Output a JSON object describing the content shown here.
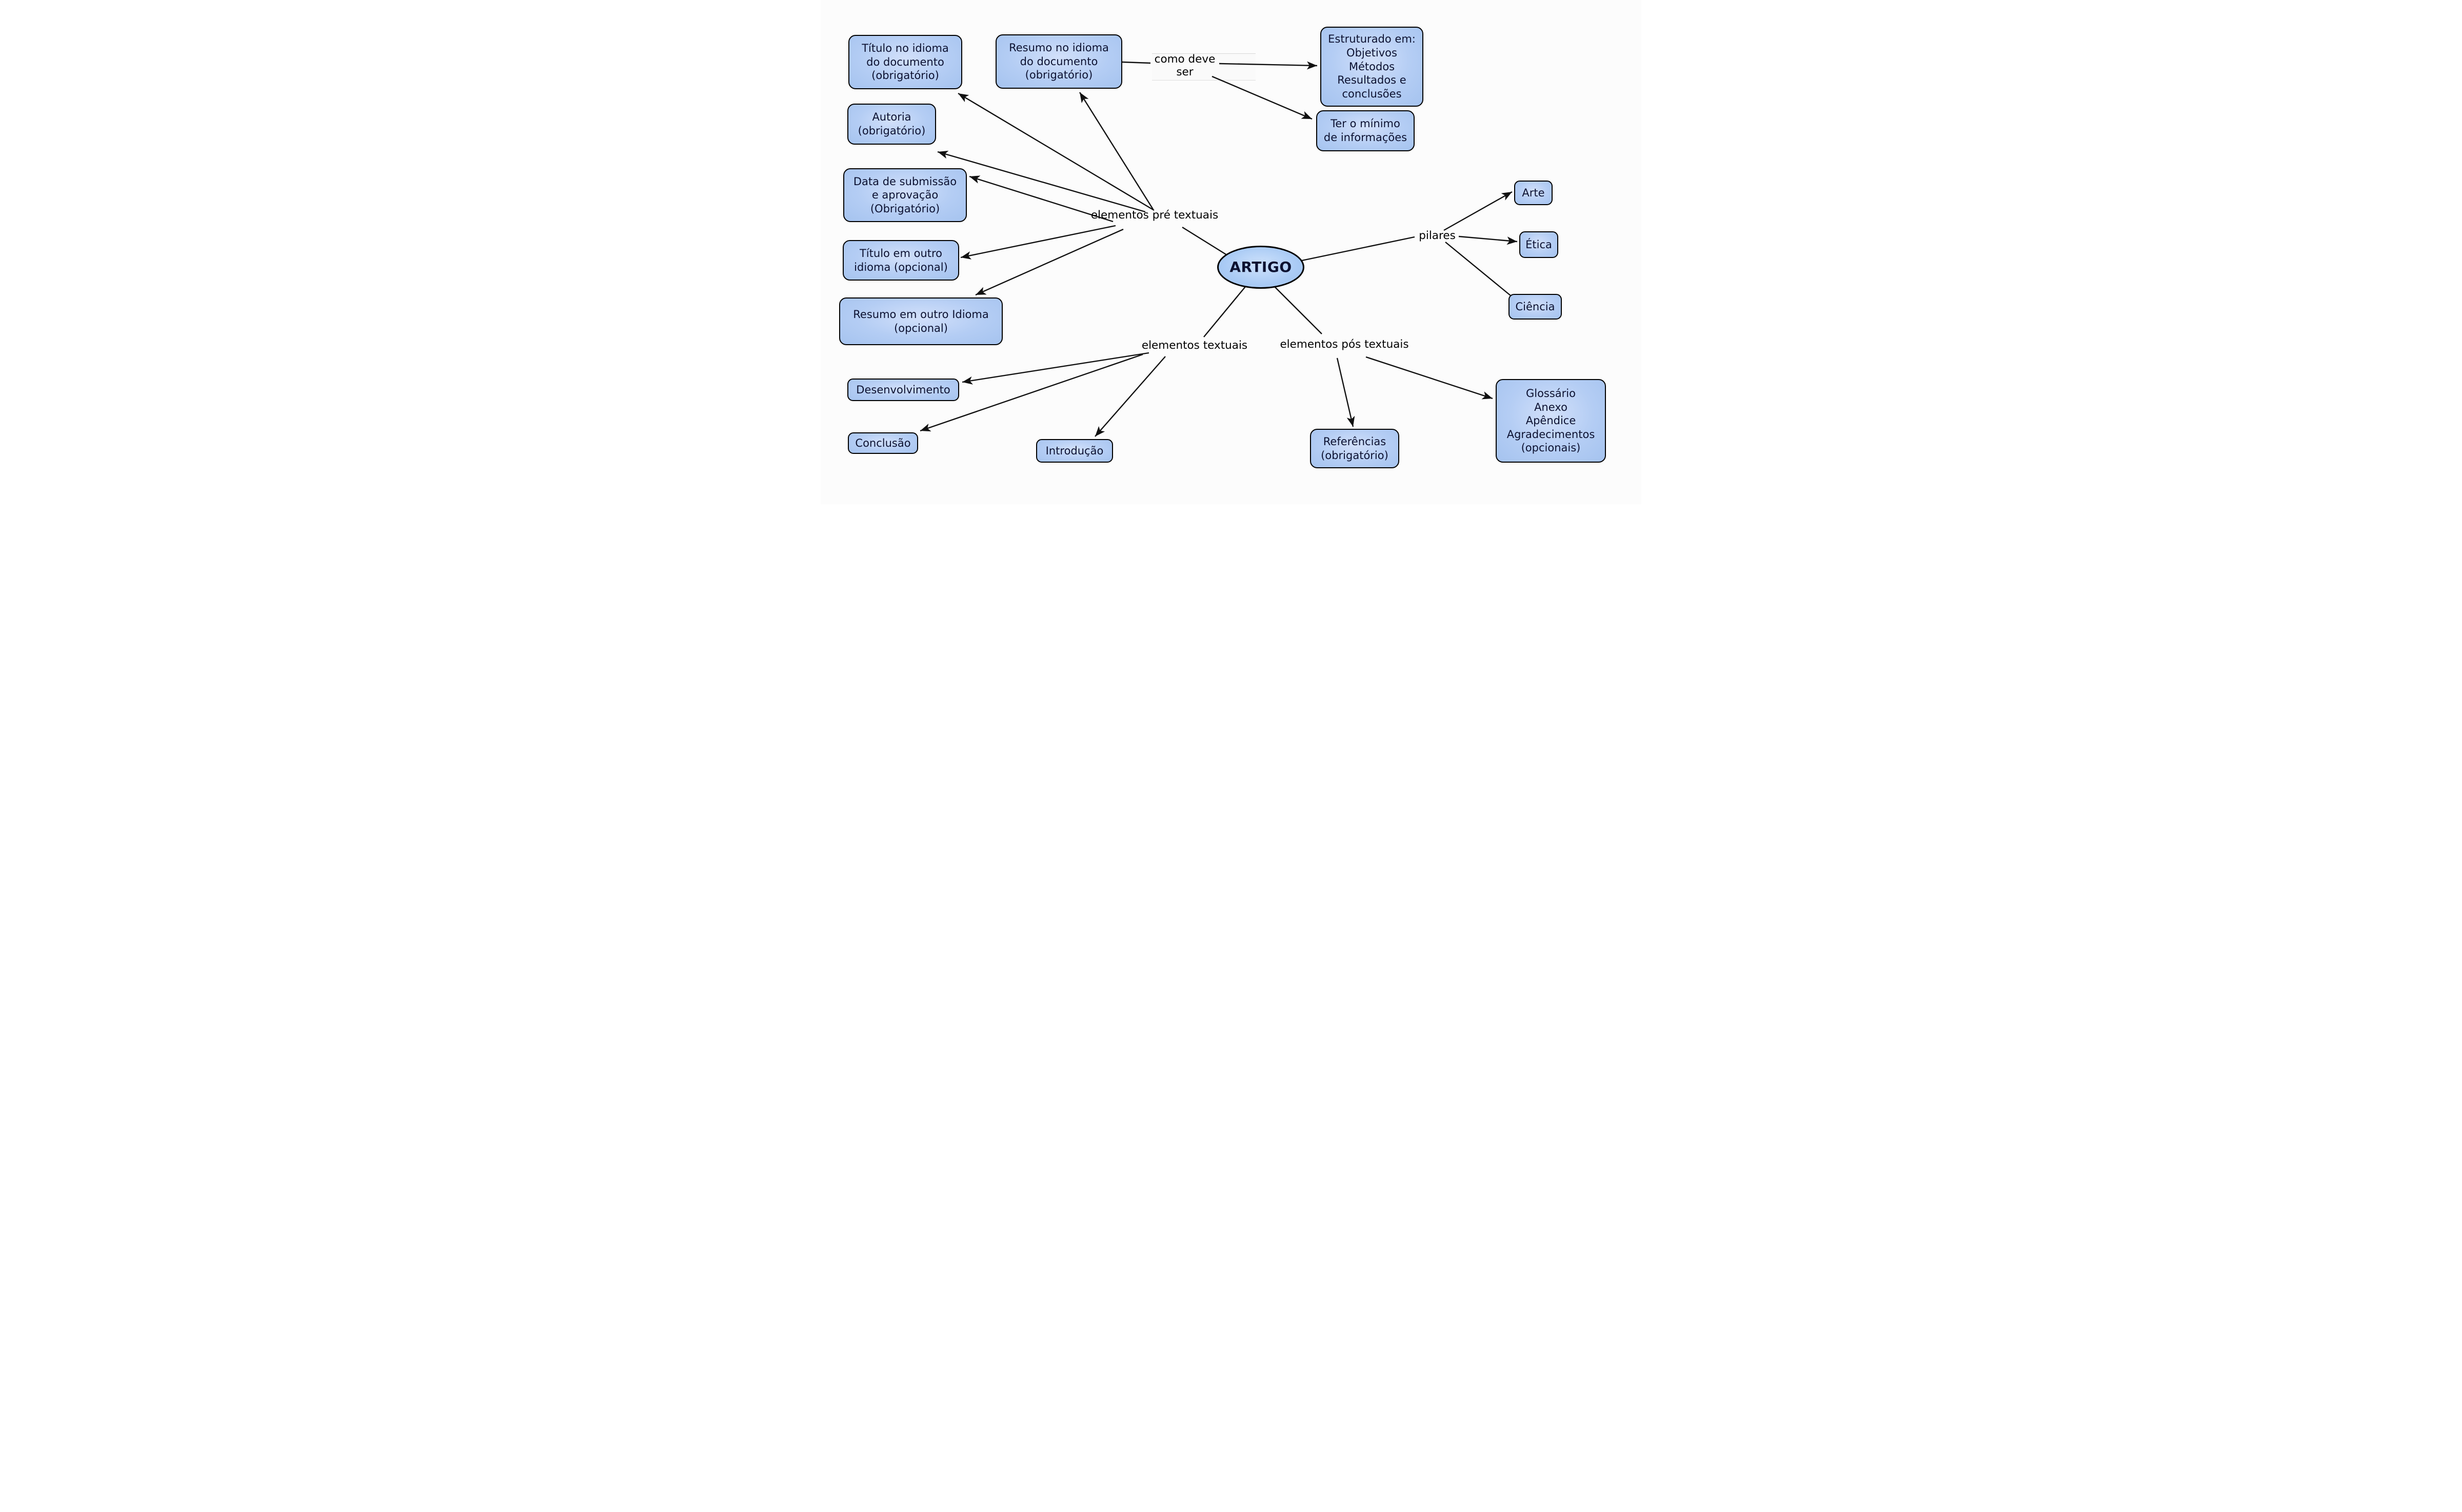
{
  "diagram": {
    "type": "concept-map",
    "background_color": "#fcfcfc",
    "node_fill_color": "#aec9f2",
    "node_border_color": "#000000",
    "node_text_color": "#0c1130",
    "connector_color": "#111111",
    "center": {
      "label": "ARTIGO"
    },
    "labels": {
      "pre": "elementos pré textuais",
      "textuais": "elementos textuais",
      "pos": "elementos pós textuais",
      "pilares": "pilares",
      "como_deve_ser": "como deve\nser"
    },
    "nodes": {
      "titulo_idioma": {
        "label": "Título no idioma\ndo documento\n(obrigatório)"
      },
      "autoria": {
        "label": "Autoria\n(obrigatório)"
      },
      "data_submissao": {
        "label": "Data de submissão\ne aprovação\n(Obrigatório)"
      },
      "titulo_outro": {
        "label": "Título em outro\nidioma (opcional)"
      },
      "resumo_outro": {
        "label": "Resumo em outro Idioma\n(opcional)"
      },
      "resumo_idioma": {
        "label": "Resumo no idioma\ndo documento\n(obrigatório)"
      },
      "estruturado": {
        "label": "Estruturado em:\nObjetivos\nMétodos\nResultados e\nconclusões"
      },
      "ter_minimo": {
        "label": "Ter o mínimo\nde informações"
      },
      "arte": {
        "label": "Arte"
      },
      "etica": {
        "label": "Ética"
      },
      "ciencia": {
        "label": "Ciência"
      },
      "desenvolvimento": {
        "label": "Desenvolvimento"
      },
      "conclusao": {
        "label": "Conclusão"
      },
      "introducao": {
        "label": "Introdução"
      },
      "referencias": {
        "label": "Referências\n(obrigatório)"
      },
      "glossario": {
        "label": "Glossário\nAnexo\nApêndice\nAgradecimentos\n(opcionais)"
      }
    },
    "edges": [
      {
        "from": "elementos pré textuais",
        "to": "Título no idioma do documento (obrigatório)",
        "arrow": true
      },
      {
        "from": "elementos pré textuais",
        "to": "Autoria (obrigatório)",
        "arrow": true
      },
      {
        "from": "elementos pré textuais",
        "to": "Resumo no idioma do documento (obrigatório)",
        "arrow": true
      },
      {
        "from": "elementos pré textuais",
        "to": "Data de submissão e aprovação (Obrigatório)",
        "arrow": true
      },
      {
        "from": "elementos pré textuais",
        "to": "Título em outro idioma (opcional)",
        "arrow": true
      },
      {
        "from": "elementos pré textuais",
        "to": "Resumo em outro Idioma (opcional)",
        "arrow": true
      },
      {
        "from": "ARTIGO",
        "to": "elementos pré textuais",
        "arrow": false
      },
      {
        "from": "Resumo no idioma do documento (obrigatório)",
        "to": "como deve ser",
        "arrow": false
      },
      {
        "from": "como deve ser",
        "to": "Estruturado em: Objetivos Métodos Resultados e conclusões",
        "arrow": true
      },
      {
        "from": "como deve ser",
        "to": "Ter o mínimo de informações",
        "arrow": true
      },
      {
        "from": "ARTIGO",
        "to": "pilares",
        "arrow": false
      },
      {
        "from": "pilares",
        "to": "Arte",
        "arrow": true
      },
      {
        "from": "pilares",
        "to": "Ética",
        "arrow": true
      },
      {
        "from": "pilares",
        "to": "Ciência",
        "arrow": false
      },
      {
        "from": "ARTIGO",
        "to": "elementos textuais",
        "arrow": false
      },
      {
        "from": "elementos textuais",
        "to": "Desenvolvimento",
        "arrow": true
      },
      {
        "from": "elementos textuais",
        "to": "Conclusão",
        "arrow": true
      },
      {
        "from": "elementos textuais",
        "to": "Introdução",
        "arrow": true
      },
      {
        "from": "ARTIGO",
        "to": "elementos pós textuais",
        "arrow": false
      },
      {
        "from": "elementos pós textuais",
        "to": "Referências (obrigatório)",
        "arrow": true
      },
      {
        "from": "elementos pós textuais",
        "to": "Glossário Anexo Apêndice Agradecimentos (opcionais)",
        "arrow": true
      }
    ]
  }
}
